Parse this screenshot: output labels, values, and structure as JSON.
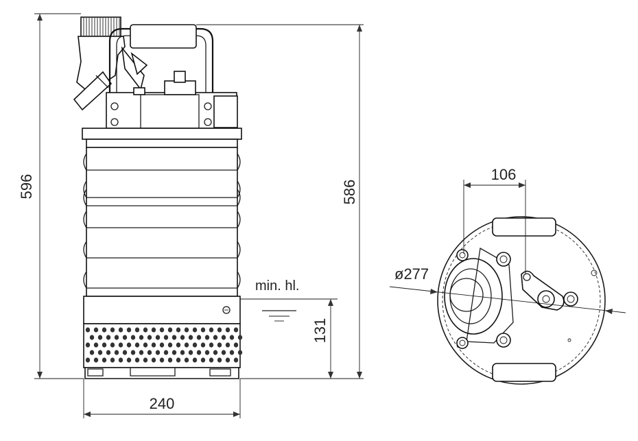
{
  "dimensions": {
    "overall_height": "596",
    "body_height": "586",
    "width": "240",
    "min_level_label": "min. hl.",
    "min_level_value": "131",
    "bolt_spacing": "106",
    "diameter": "ø277"
  },
  "colors": {
    "line": "#1a1a1a",
    "background": "#ffffff"
  }
}
